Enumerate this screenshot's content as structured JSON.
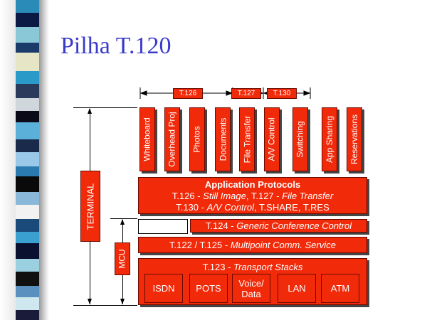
{
  "slide": {
    "title": "Pilha T.120",
    "accent_color": "#f12a0a",
    "title_color": "#3a3acb"
  },
  "top_ranges": [
    {
      "label": "T.126"
    },
    {
      "label": "T.127"
    },
    {
      "label": "T.130"
    }
  ],
  "applications": [
    "Whiteboard",
    "Overhead Proj",
    "Photos",
    "Documents",
    "File Transfer",
    "A/V Control",
    "Switching",
    "App Sharing",
    "Reservations"
  ],
  "application_protocols": {
    "title": "Application Protocols",
    "line2_code1": "T.126 - ",
    "line2_italic1": "Still Image",
    "line2_sep": ", T.127 - ",
    "line2_italic2": "File Transfer",
    "line3_code1": "T.130 - ",
    "line3_italic1": "A/V Control",
    "line3_rest": ", T.SHARE, T.RES"
  },
  "t124": {
    "code": "T.124 - ",
    "desc": "Generic Conference Control"
  },
  "t122": {
    "code": "T.122 / T.125 - ",
    "desc": "Multipoint Comm. Service"
  },
  "t123": {
    "code": "T.123 - ",
    "desc": "Transport Stacks",
    "stacks": [
      "ISDN",
      "POTS",
      "Voice/\nData",
      "LAN",
      "ATM"
    ]
  },
  "side_labels": {
    "terminal": "TERMINAL",
    "mcu": "MCU"
  }
}
